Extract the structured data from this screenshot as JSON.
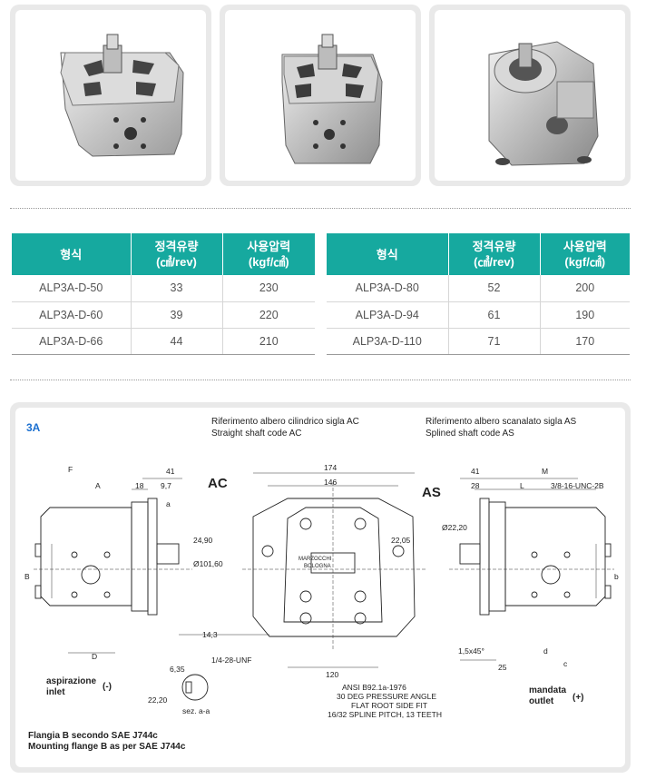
{
  "spec_table": {
    "headers": {
      "model": "형식",
      "flow": "정격유량",
      "flow_unit": "(㎤/rev)",
      "pressure": "사용압력",
      "pressure_unit": "(kgf/㎠)"
    },
    "left_rows": [
      {
        "model": "ALP3A-D-50",
        "flow": "33",
        "pressure": "230"
      },
      {
        "model": "ALP3A-D-60",
        "flow": "39",
        "pressure": "220"
      },
      {
        "model": "ALP3A-D-66",
        "flow": "44",
        "pressure": "210"
      }
    ],
    "right_rows": [
      {
        "model": "ALP3A-D-80",
        "flow": "52",
        "pressure": "200"
      },
      {
        "model": "ALP3A-D-94",
        "flow": "61",
        "pressure": "190"
      },
      {
        "model": "ALP3A-D-110",
        "flow": "71",
        "pressure": "170"
      }
    ]
  },
  "drawing": {
    "series": "3A",
    "ac_note_it": "Riferimento albero cilindrico sigla AC",
    "ac_note_en": "Straight shaft code AC",
    "as_note_it": "Riferimento albero scanalato sigla AS",
    "as_note_en": "Splined shaft code AS",
    "ac_code": "AC",
    "as_code": "AS",
    "dims": {
      "d174": "174",
      "d146": "146",
      "d120": "120",
      "d41": "41",
      "d18": "18",
      "d97": "9,7",
      "d28": "28",
      "dL": "L",
      "dM": "M",
      "d41r": "41",
      "thread": "3/8-16-UNC-2B",
      "d2490": "24,90",
      "d10160": "Ø101,60",
      "d2205": "22,05",
      "d2220": "Ø22,20",
      "d143": "14,3",
      "d635": "6,35",
      "d2220b": "22,20",
      "unf": "1/4-28-UNF",
      "chamfer": "1,5x45°",
      "d25": "25",
      "sez": "sez. a-a",
      "F": "F",
      "A": "A",
      "B": "B",
      "D": "D",
      "a": "a",
      "b": "b",
      "d": "d",
      "c": "c"
    },
    "spline_note": [
      "ANSI B92.1a-1976",
      "30 DEG PRESSURE ANGLE",
      "FLAT ROOT SIDE FIT",
      "16/32 SPLINE PITCH, 13 TEETH"
    ],
    "inlet_it": "aspirazione",
    "inlet_en": "inlet",
    "inlet_sign": "(-)",
    "outlet_it": "mandata",
    "outlet_en": "outlet",
    "outlet_sign": "(+)",
    "flange_it": "Flangia B secondo SAE J744c",
    "flange_en": "Mounting flange B as per SAE J744c",
    "plate_text_1": "MARZOCCHI",
    "plate_text_2": "BOLOGNA",
    "series_color": "#1a6fd0"
  }
}
